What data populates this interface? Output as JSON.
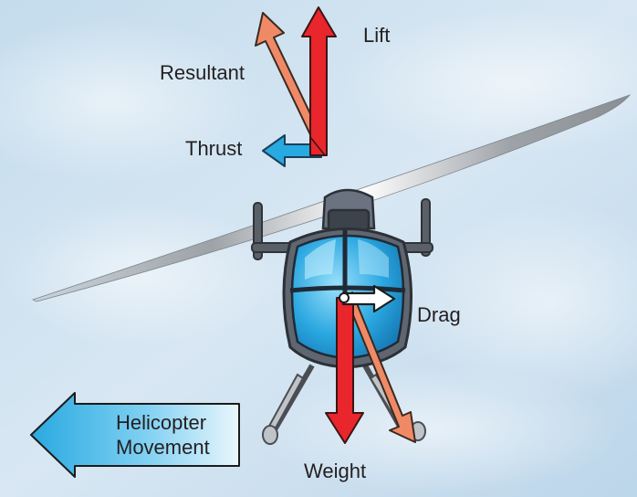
{
  "labels": {
    "lift": "Lift",
    "resultant": "Resultant",
    "thrust": "Thrust",
    "drag": "Drag",
    "weight": "Weight",
    "movement_line1": "Helicopter",
    "movement_line2": "Movement"
  },
  "colors": {
    "lift_arrow": "#e8262c",
    "resultant_arrow": "#f08a66",
    "thrust_arrow": "#27a9e1",
    "drag_arrow": "#ffffff",
    "weight_arrow": "#e8262c",
    "movement_arrow": "#4cc0ee",
    "sky": "#cfe1f0"
  },
  "icons": {
    "helicopter": "helicopter-top-view-icon"
  }
}
